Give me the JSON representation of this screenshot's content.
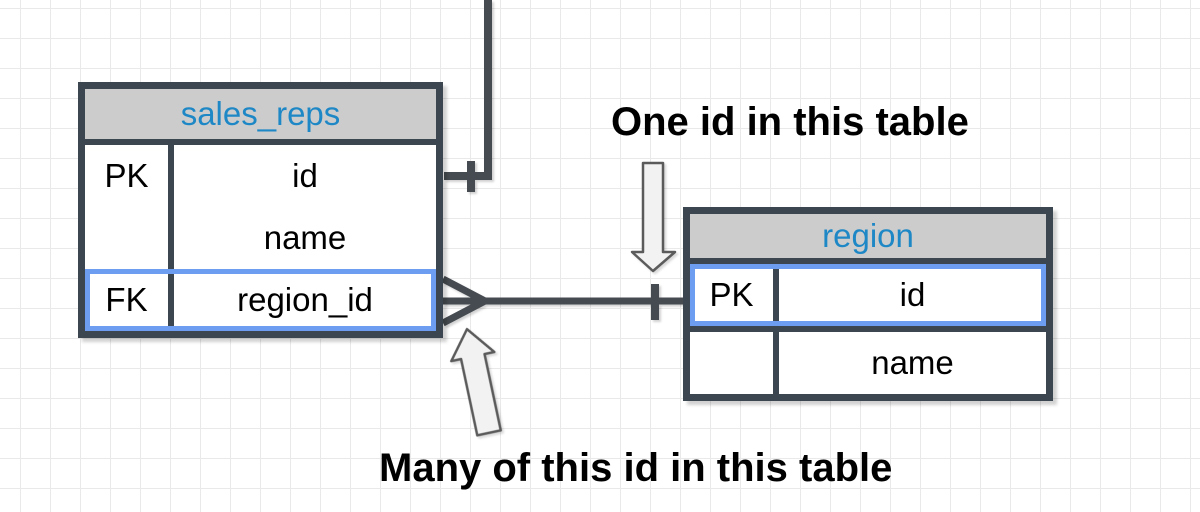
{
  "canvas": {
    "background_color": "#ffffff",
    "grid_color": "#e9e9e9"
  },
  "colors": {
    "table_border": "#3b4650",
    "header_fill": "#cccccc",
    "header_text": "#1e87c5",
    "row_text": "#000000",
    "highlight_border": "#6d9df0",
    "connector_line": "#454b50",
    "annotation_text": "#000000",
    "arrow_fill": "#f2f2f2",
    "arrow_stroke": "#5b5b5b"
  },
  "tables": [
    {
      "name": "sales_reps",
      "rows": [
        {
          "key": "PK",
          "field": "id",
          "highlighted": false
        },
        {
          "key": "",
          "field": "name",
          "highlighted": false
        },
        {
          "key": "FK",
          "field": "region_id",
          "highlighted": true
        }
      ]
    },
    {
      "name": "region",
      "rows": [
        {
          "key": "PK",
          "field": "id",
          "highlighted": true
        },
        {
          "key": "",
          "field": "name",
          "highlighted": false
        }
      ]
    }
  ],
  "relationships": [
    {
      "from": "sales_reps.region_id",
      "to": "region.id",
      "from_cardinality": "many",
      "to_cardinality": "one",
      "notation": "crow-foot"
    },
    {
      "from": "sales_reps.id",
      "from_cardinality": "one",
      "notation": "crow-foot",
      "note": "line continues off top edge of image"
    }
  ],
  "annotations": [
    {
      "text": "One id in this table"
    },
    {
      "text": "Many of this id in this table"
    }
  ]
}
